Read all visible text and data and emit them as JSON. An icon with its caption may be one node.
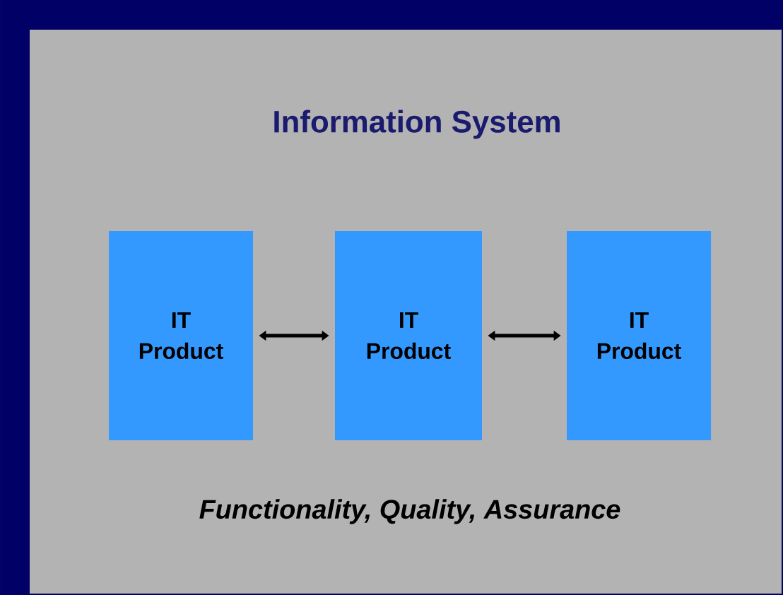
{
  "diagram": {
    "nodes": [
      {
        "text": [
          "Information System",
          "Functionality, Quality, Assurance"
        ]
      },
      {
        "text": [
          "IT Product"
        ],
        "in": 0
      },
      {
        "text": [
          "IT Product"
        ],
        "in": 0
      },
      {
        "text": [
          "IT Product"
        ],
        "in": 0
      }
    ],
    "edges": [
      {
        "from": 1,
        "to": 2,
        "arrow": "both"
      },
      {
        "from": 2,
        "to": 3,
        "arrow": "both"
      }
    ]
  }
}
